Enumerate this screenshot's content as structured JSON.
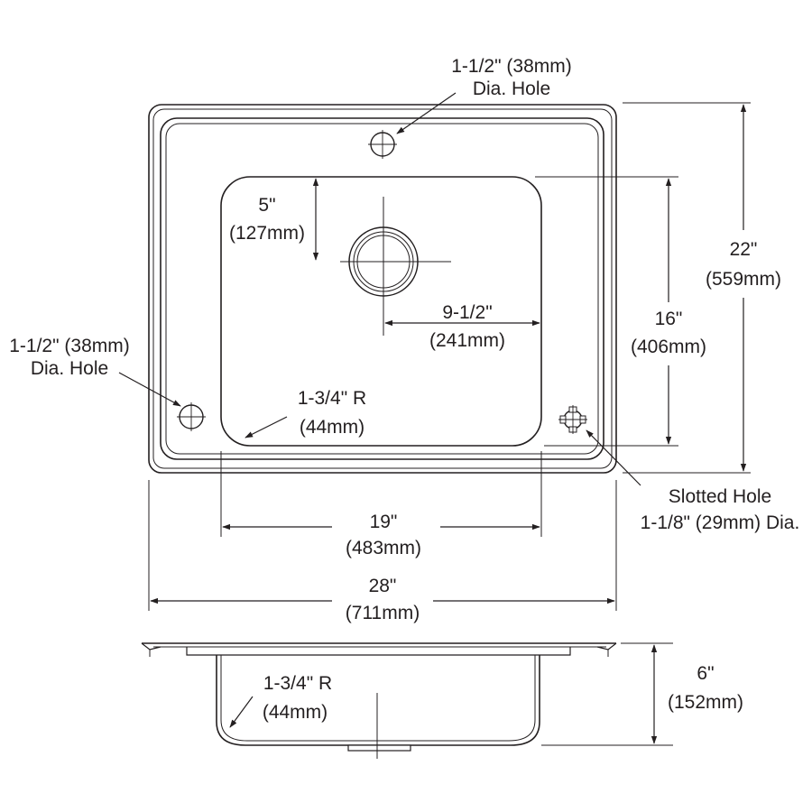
{
  "top_hole": {
    "line1": "1-1/2\" (38mm)",
    "line2": "Dia. Hole"
  },
  "left_hole": {
    "line1": "1-1/2\" (38mm)",
    "line2": "Dia. Hole"
  },
  "drain_offset": {
    "line1": "5\"",
    "line2": "(127mm)"
  },
  "drain_to_edge": {
    "line1": "9-1/2\"",
    "line2": "(241mm)"
  },
  "bowl_radius": {
    "line1": "1-3/4\" R",
    "line2": "(44mm)"
  },
  "bowl_length": {
    "line1": "16\"",
    "line2": "(406mm)"
  },
  "overall_length": {
    "line1": "22\"",
    "line2": "(559mm)"
  },
  "slotted_hole": {
    "line1": "Slotted Hole",
    "line2": "1-1/8\" (29mm) Dia."
  },
  "bowl_width": {
    "line1": "19\"",
    "line2": "(483mm)"
  },
  "overall_width": {
    "line1": "28\"",
    "line2": "(711mm)"
  },
  "side_radius": {
    "line1": "1-3/4\" R",
    "line2": "(44mm)"
  },
  "bowl_depth": {
    "line1": "6\"",
    "line2": "(152mm)"
  }
}
